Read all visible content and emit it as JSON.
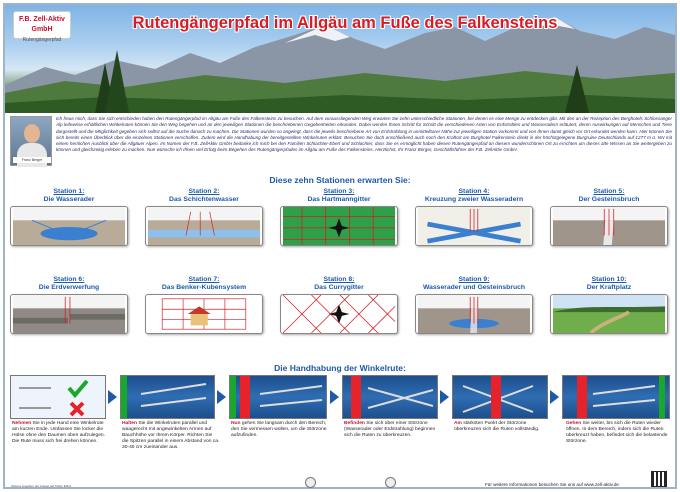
{
  "header": {
    "logo_text": "F.B. Zell-Aktiv GmbH",
    "logo_sub": "Rutengängerpfad",
    "title": "Rutengängerpfad im Allgäu am Fuße des Falkensteins"
  },
  "intro": {
    "photo_caption": "Franz Berger",
    "text": "Ich freue mich, dass Sie sich entschieden haben den Rutengängerpfad im Allgäu am Fuße des Falkensteins zu besuchen. Auf dem voraussliegenden Weg erwarten Sie zehn unterschiedliche Stationen, bei denen es eine Menge zu entdecken gibt. Mit den an der Rezeption des Berghotels Schlossanger Alp leihweise erhältlichen Winkelruten können Sie den Weg begehen und an den jeweiligen Stationen die beschriebenen Gegebenheiten erkunden. Dabei werden Ihnen Schritt für Schritt die verschiedenen Arten von Erdstrahlen und Wasseradern erläutert, deren Auswirkungen auf Menschen und Tiere dargestellt und die Möglichkeit gegeben sich selbst auf die Suche danach zu machen. Die Stationen wurden so angelegt, dass die jeweils beschriebene Art von Erdstrahlung in unmittelbarer Nähe zur jeweiligen Station vorkommt und von Ihnen damit gleich vor Ort erkundet werden kann. Hier können Sie sich bereits einen Überblick über die einzelnen Stationen verschaffen. Zudem wird die Handhabung der bereitgestellten Winkelruten erklärt. Besuchen Sie doch anschließend auch noch den Kraftort am Burghotel Falkenstein direkt in der höchstgelegene Burgruine Deutschlands auf 1277 m ü. NN mit einem herrlichen Ausblick über die Allgäuer Alpen. Im Namen der F.B. ZellAktiv GmbH bedanke ich mich bei den Familien Schlachter-Ebert und Schlachter, dass Sie es ermöglicht haben diesen Rutengängerpfad an diesem wunderschönen Ort zu errichten um dieses alte Wissen an Sie weitergeben zu können und gleichzeitig erleben zu machen. Nun wünsche ich Ihnen viel Erfolg beim Begehen des Rutengängerpfades im Allgäu am Fuße des Falkensteins. Herzlichst, Ihr Franz Berger, Geschäftsführer der F.B. ZellAktiv GmbH."
  },
  "stations_heading": "Diese zehn Stationen erwarten Sie:",
  "stations": [
    {
      "number": "Station 1:",
      "name": "Die Wasserader"
    },
    {
      "number": "Station 2:",
      "name": "Das Schichtenwasser"
    },
    {
      "number": "Station 3:",
      "name": "Das Hartmanngitter"
    },
    {
      "number": "Station 4:",
      "name": "Kreuzung zweier Wasseradern"
    },
    {
      "number": "Station 5:",
      "name": "Der Gesteinsbruch"
    },
    {
      "number": "Station 6:",
      "name": "Die Erdverwerfung"
    },
    {
      "number": "Station 7:",
      "name": "Das Benker-Kubensystem"
    },
    {
      "number": "Station 8:",
      "name": "Das Currygitter"
    },
    {
      "number": "Station 9:",
      "name": "Wasserader und Gesteinsbruch"
    },
    {
      "number": "Station 10:",
      "name": "Der Kraftplatz"
    }
  ],
  "handling_heading": "Die Handhabung der Winkelrute:",
  "handling_steps": [
    {
      "first": "Nehmen",
      "rest": "Sie in jede Hand eine Winkelrute am kurzen Ende. Umfassen Sie locker die Hülse ohne den Daumen oben aufzulegen. Die Rute muss sich frei drehen können."
    },
    {
      "first": "Halten",
      "rest": "Sie die Winkelruten parallel und waagerecht mit angewinkelten Armen auf Bauchhöhe vor Ihrem Körper. Richten Sie die Spitzen parallel in einem Abstand von ca. 30-40 cm zueinander aus."
    },
    {
      "first": "Nun",
      "rest": "gehen Sie langsam durch den Bereich, den Sie vermessen wollen, um die Störzone aufzufinden."
    },
    {
      "first": "Befinden",
      "rest": "Sie sich über einer Störzone (Wasserader oder Erdstrahlung) beginnen sich die Ruten zu überkreuzen."
    },
    {
      "first": "Am",
      "rest": "stärksten Punkt der Störzone überkreuzen sich die Ruten vollständig."
    },
    {
      "first": "Gehen",
      "rest": "Sie weiter, bis sich die Ruten wieder öffnen. In dem Bereich, indem sich die Ruten überkreuzt haben, befindet sich die belastende Störzone."
    }
  ],
  "footer": {
    "left": "Weitere Angaben der Anlage auf Tafeln Ebbis",
    "right": "Für weitere Informationen besuchen Sie uns auf www.zell-aktiv.de"
  },
  "colors": {
    "title_red": "#d41d24",
    "accent_blue": "#1e5aa8",
    "zone_red": "#e6222a",
    "zone_green": "#1aa82c"
  }
}
